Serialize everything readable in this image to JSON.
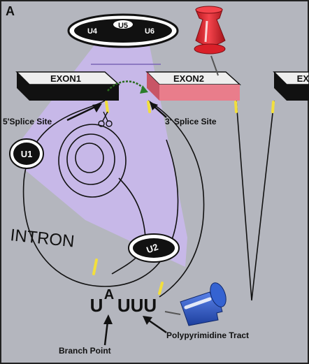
{
  "panel_label": "A",
  "exons": [
    "EXON1",
    "EXON2",
    "EX"
  ],
  "snrnps": {
    "u4": "U4",
    "u5": "U5",
    "u6": "U6",
    "u1": "U1",
    "u2": "U2"
  },
  "labels": {
    "five_prime_splice_site": "5'Splice Site",
    "three_prime_splice_site": "3' Splice Site",
    "intron": "INTRON",
    "branch_point": "Branch Point",
    "polypyrimidine_tract": "Polypyrimidine Tract"
  },
  "sequence": {
    "u_left": "U",
    "a_branch": "A",
    "u_tract": "UUU"
  },
  "colors": {
    "background": "#b4b6be",
    "spliceosome_region": "#c9b8ec",
    "exon_top_light": "#eeeeee",
    "exon_dark_side": "#111111",
    "exon2_side": "#e97d8b",
    "splice_mark": "#f2df3d",
    "pin_red": "#e6262e",
    "pin_blue": "#2e58c7"
  }
}
